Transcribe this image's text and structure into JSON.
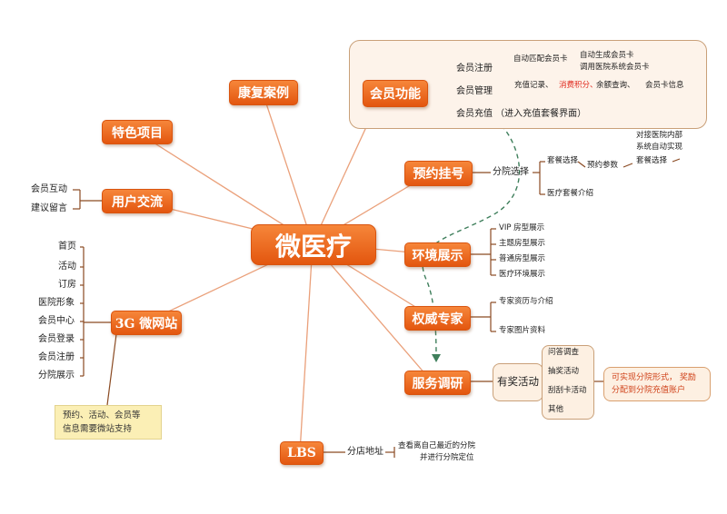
{
  "center": "微医疗",
  "branches": {
    "member": "会员功能",
    "rehab": "康复案例",
    "feature": "特色项目",
    "interact": "用户交流",
    "web3g": "3G 微网站",
    "lbs": "LBS",
    "booking": "预约挂号",
    "env": "环境展示",
    "expert": "权威专家",
    "survey": "服务调研"
  },
  "member": {
    "register": "会员注册",
    "auto_match": "自动匹配会员卡",
    "auto_gen": "自动生成会员卡",
    "call_system": "调用医院系统会员卡",
    "manage": "会员管理",
    "recharge_record": "充值记录、",
    "points": "消费积分、",
    "balance": "余额查询、",
    "card_info": "会员卡信息",
    "recharge": "会员充值 （进入充值套餐界面）"
  },
  "interact": [
    "会员互动",
    "建议留言"
  ],
  "web3g": [
    "首页",
    "活动",
    "订房",
    "医院形象",
    "会员中心",
    "会员登录",
    "会员注册",
    "分院展示"
  ],
  "web3g_note": [
    "预约、活动、会员等",
    "信息需要微站支持"
  ],
  "booking": {
    "branch_select": "分院选择",
    "package_select": "套餐选择",
    "package_params": "预约参数",
    "package_select2": "套餐选择",
    "docking": [
      "对接医院内部",
      "系统自动实现"
    ],
    "package_intro": "医疗套餐介绍"
  },
  "env": [
    "VIP 房型展示",
    "主题房型展示",
    "普通房型展示",
    "医疗环境展示"
  ],
  "expert": [
    "专家资历与介绍",
    "专家图片资料"
  ],
  "survey": {
    "reward": "有奖活动",
    "items": [
      "问答调查",
      "抽奖活动",
      "刮刮卡活动",
      "其他"
    ],
    "note": [
      "可实现分院形式， 奖励",
      "分配到分院充值账户"
    ]
  },
  "lbs": {
    "address": "分店地址",
    "desc": [
      "查看离自己最近的分院",
      "并进行分院定位"
    ]
  },
  "colors": {
    "node": "#ea6a1f",
    "line": "#e8a37c",
    "dark_line": "#8a4a22",
    "dashed": "#3f7f5c"
  }
}
